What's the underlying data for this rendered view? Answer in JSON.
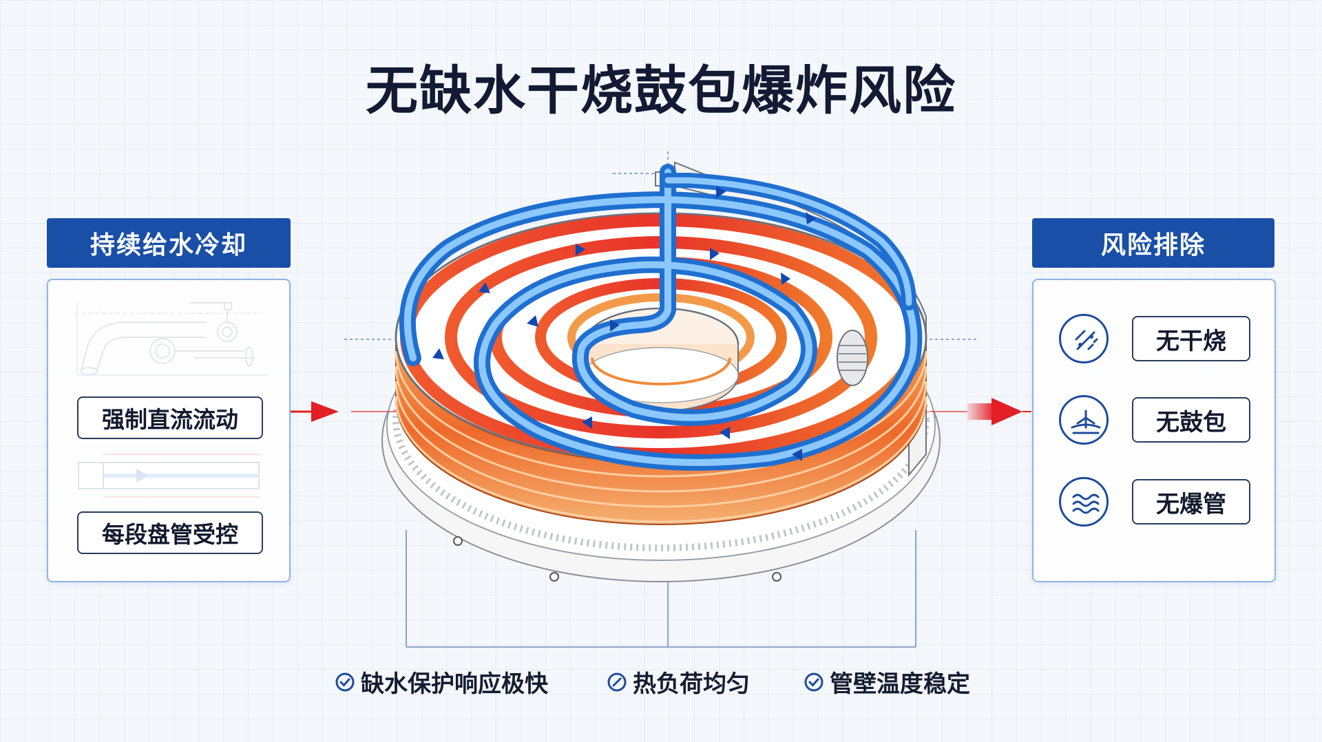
{
  "title": "无缺水干烧鼓包爆炸风险",
  "left_panel": {
    "header": "持续给水冷却",
    "items": [
      "强制直流流动",
      "每段盘管受控"
    ]
  },
  "right_panel": {
    "header": "风险排除",
    "items": [
      {
        "label": "无干烧",
        "icon": "spark-diagonal-icon"
      },
      {
        "label": "无鼓包",
        "icon": "bulge-dish-icon"
      },
      {
        "label": "无爆管",
        "icon": "wave-lines-icon"
      }
    ]
  },
  "features": [
    "缺水保护响应极快",
    "热负荷均匀",
    "管壁温度稳定"
  ],
  "colors": {
    "accent_blue": "#1a4fa8",
    "water_blue": "#2f8be0",
    "hot_red": "#e8332a",
    "hot_orange": "#f07a2c",
    "arrow_red": "#e31e24"
  }
}
